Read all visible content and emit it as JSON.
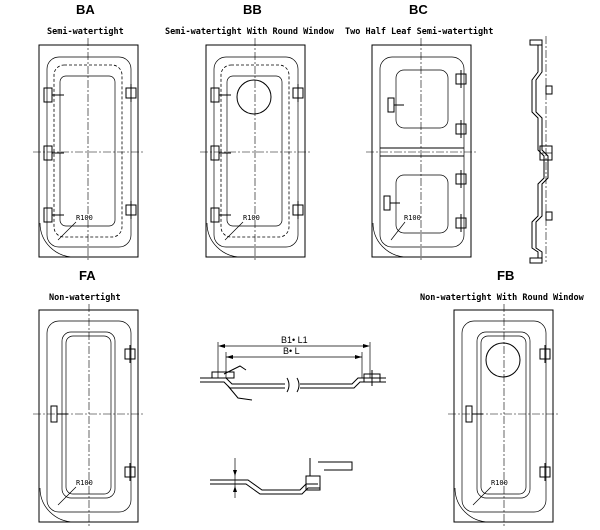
{
  "doors": {
    "ba": {
      "code": "BA",
      "title": "Semi-watertight",
      "radius": "R100"
    },
    "bb": {
      "code": "BB",
      "title": "Semi-watertight With Round Window",
      "radius": "R100"
    },
    "bc": {
      "code": "BC",
      "title": "Two Half Leaf Semi-watertight",
      "radius": "R100"
    },
    "fa": {
      "code": "FA",
      "title": "Non-watertight",
      "radius": "R100"
    },
    "fb": {
      "code": "FB",
      "title": "Non-watertight With Round Window",
      "radius": "R100"
    }
  },
  "section": {
    "dim_outer": "B1• L1",
    "dim_inner": "B• L"
  }
}
